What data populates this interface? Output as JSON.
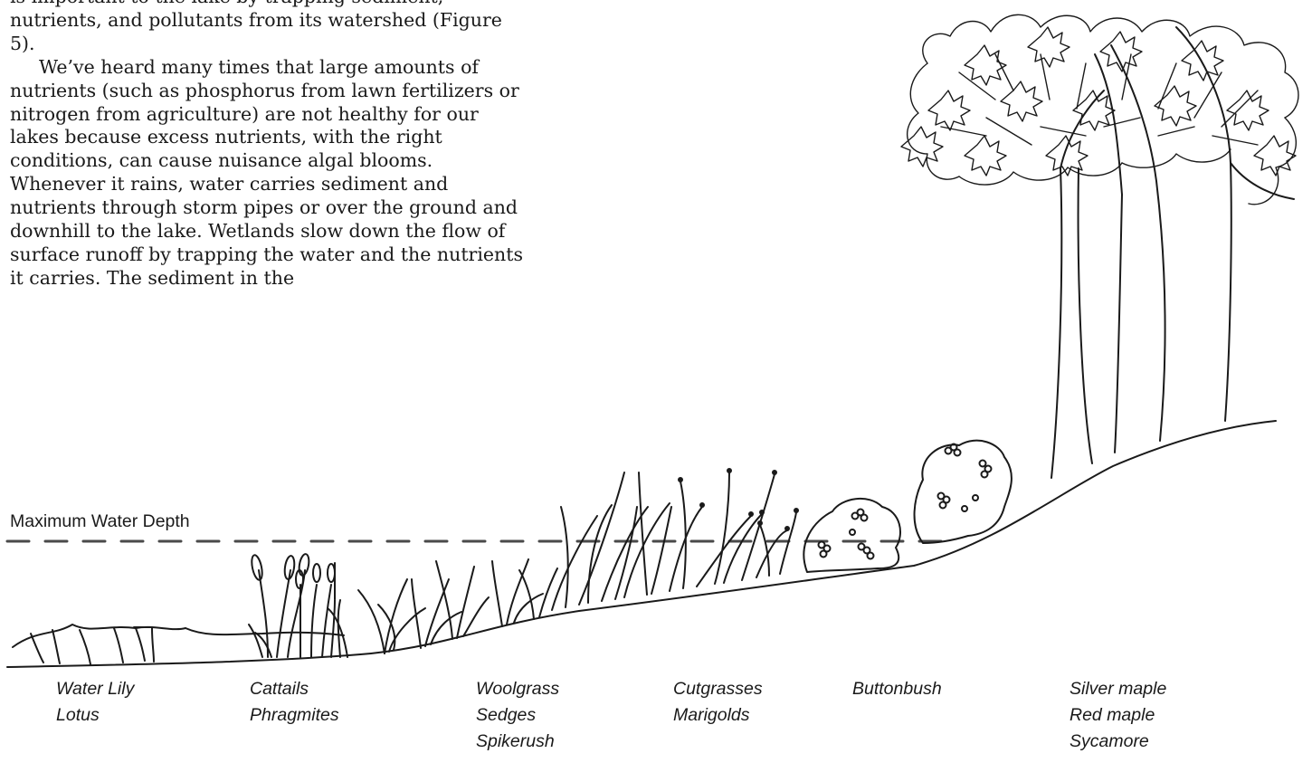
{
  "article": {
    "line0": "is important to the lake by trapping sediment,",
    "line1": "nutrients, and pollutants from its watershed (Figure 5).",
    "paragraph2": "We’ve heard many times that large amounts of nutrients (such as phosphorus from lawn fertilizers or nitrogen from agriculture) are not healthy for our lakes because excess nutrients, with the right conditions, can cause nuisance algal blooms. Whenever it rains, water carries sediment and nutrients through storm pipes or over the ground and downhill to the lake. Wetlands slow down the flow of surface runoff by trapping the water and the nutrients it carries. The sediment in the"
  },
  "figure": {
    "depth_label": "Maximum Water Depth",
    "zones": [
      {
        "plants": [
          "Water Lily",
          "Lotus"
        ]
      },
      {
        "plants": [
          "Cattails",
          "Phragmites"
        ]
      },
      {
        "plants": [
          "Woolgrass",
          "Sedges",
          "Spikerush"
        ]
      },
      {
        "plants": [
          "Cutgrasses",
          "Marigolds"
        ]
      },
      {
        "plants": [
          "Buttonbush"
        ]
      },
      {
        "plants": [
          "Silver maple",
          "Red maple",
          "Sycamore"
        ]
      }
    ]
  }
}
